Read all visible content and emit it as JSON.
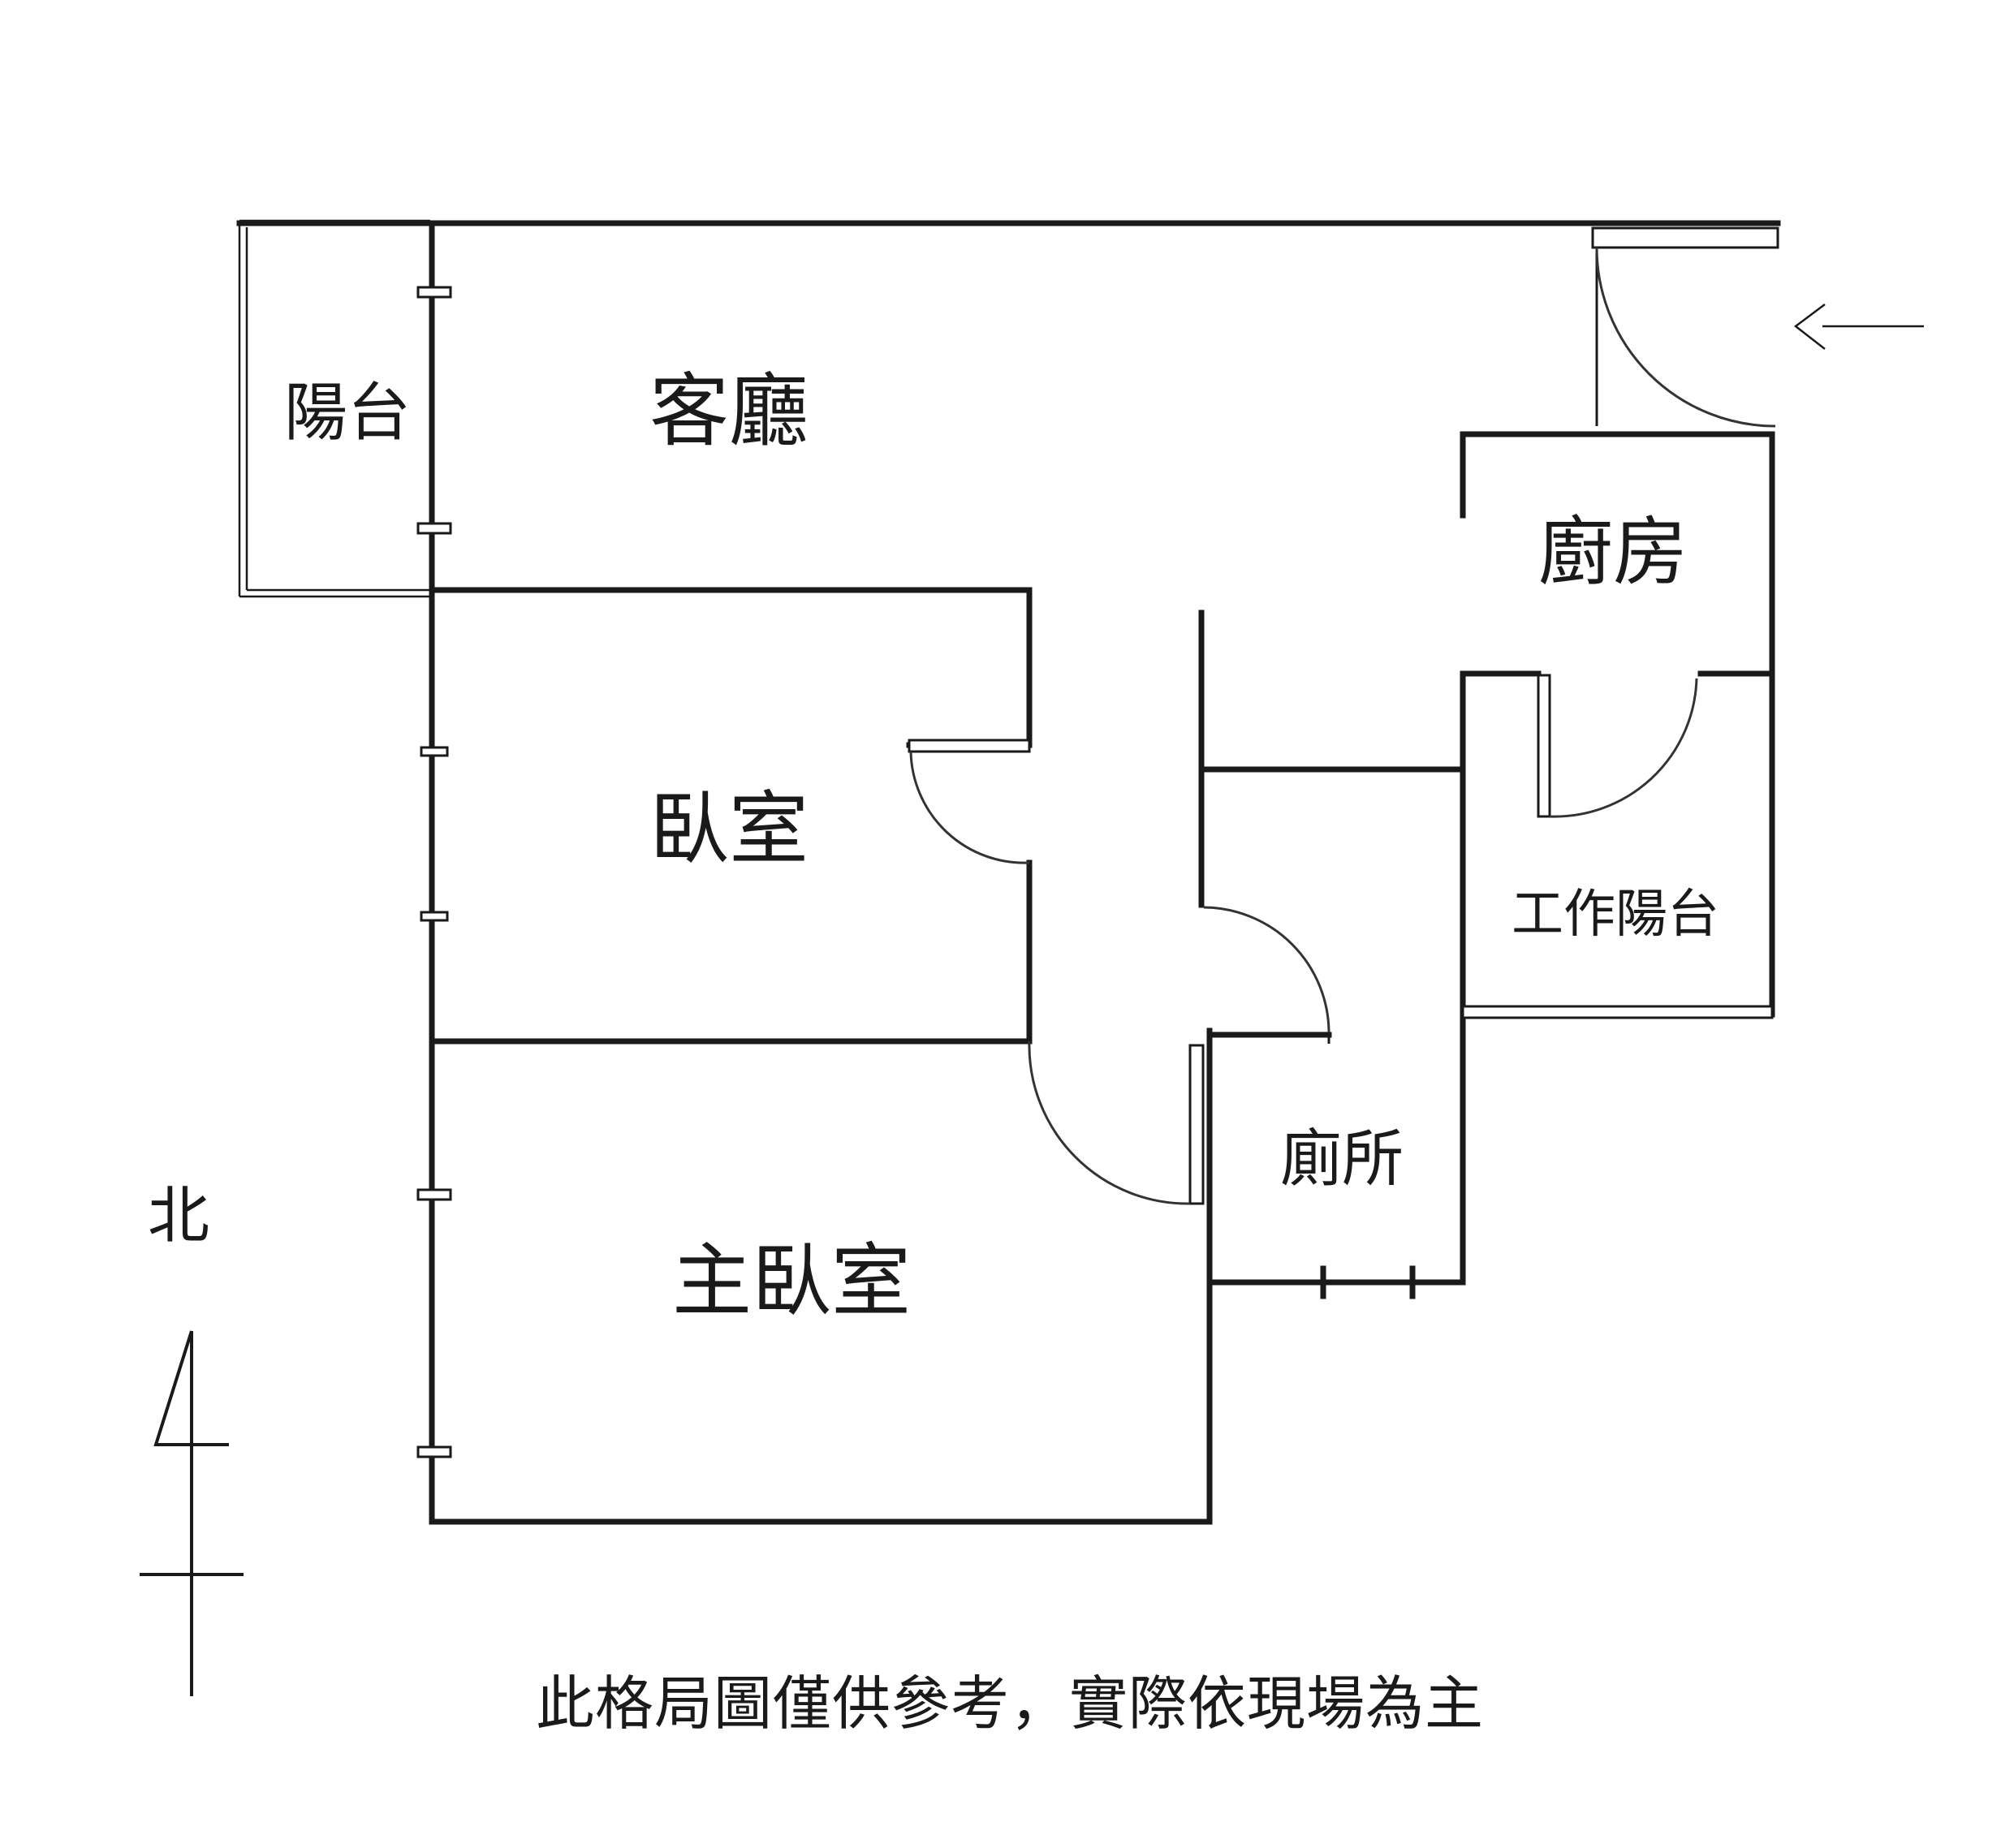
{
  "rooms": {
    "balcony": "陽台",
    "living_room": "客廳",
    "kitchen": "廚房",
    "bedroom": "臥室",
    "service_balcony": "工作陽台",
    "toilet": "廁所",
    "master_bedroom": "主臥室"
  },
  "compass": {
    "north_label": "北"
  },
  "disclaimer": "此格局圖僅供參考，實際依現場為主",
  "icons": [
    "entrance-arrow-icon",
    "north-arrow-icon"
  ]
}
